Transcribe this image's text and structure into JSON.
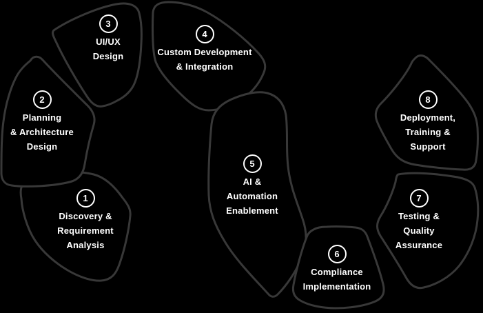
{
  "diagram": {
    "colors": {
      "background": "#000000",
      "outline": "#383838",
      "text": "#ffffff"
    },
    "steps": [
      {
        "number": "1",
        "lines": [
          "Discovery &",
          "Requirement",
          "Analysis"
        ]
      },
      {
        "number": "2",
        "lines": [
          "Planning",
          "& Architecture",
          "Design"
        ]
      },
      {
        "number": "3",
        "lines": [
          "UI/UX",
          "Design"
        ]
      },
      {
        "number": "4",
        "lines": [
          "Custom Development",
          "& Integration"
        ]
      },
      {
        "number": "5",
        "lines": [
          "AI &",
          "Automation",
          "Enablement"
        ]
      },
      {
        "number": "6",
        "lines": [
          "Compliance",
          "Implementation"
        ]
      },
      {
        "number": "7",
        "lines": [
          "Testing &",
          "Quality",
          "Assurance"
        ]
      },
      {
        "number": "8",
        "lines": [
          "Deployment,",
          "Training &",
          "Support"
        ]
      }
    ]
  }
}
